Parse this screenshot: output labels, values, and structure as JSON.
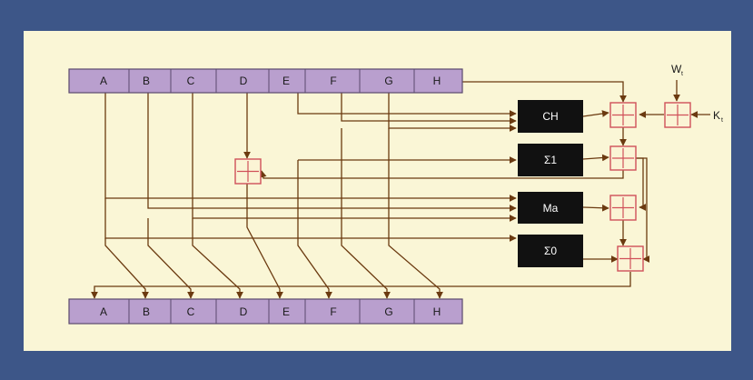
{
  "top_register": {
    "cells": [
      "A",
      "B",
      "C",
      "D",
      "E",
      "F",
      "G",
      "H"
    ]
  },
  "bottom_register": {
    "cells": [
      "A",
      "B",
      "C",
      "D",
      "E",
      "F",
      "G",
      "H"
    ]
  },
  "functions": {
    "ch": "CH",
    "sigma1": "Σ1",
    "ma": "Ma",
    "sigma0": "Σ0"
  },
  "inputs": {
    "w": "W",
    "w_sub": "t",
    "k": "K",
    "k_sub": "t"
  },
  "colors": {
    "frame": "#3d5688",
    "canvas": "#faf6d6",
    "register_fill": "#b99fce",
    "register_stroke": "#5a4a6e",
    "function_box": "#111111",
    "wire": "#6b3a10",
    "adder": "#d0505a"
  }
}
